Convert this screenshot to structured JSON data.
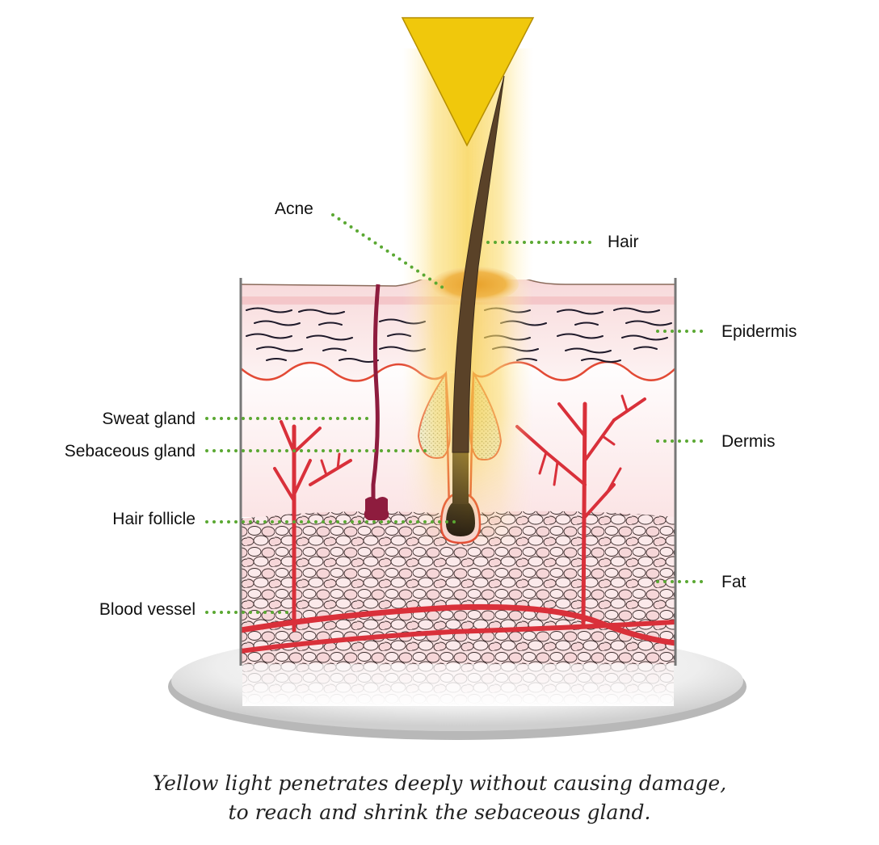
{
  "labels": {
    "acne": "Acne",
    "hair": "Hair",
    "epidermis": "Epidermis",
    "dermis": "Dermis",
    "fat": "Fat",
    "sweat_gland": "Sweat gland",
    "sebaceous_gland": "Sebaceous gland",
    "hair_follicle": "Hair follicle",
    "blood_vessel": "Blood vessel"
  },
  "caption": {
    "line1": "Yellow light penetrates deeply without causing damage,",
    "line2": "to reach and shrink the sebaceous gland."
  },
  "colors": {
    "light_beam": "#f5c518",
    "leader_dots": "#5aa832",
    "blood_vessel": "#d9303a",
    "sweat_gland": "#8e1c3e",
    "hair": "#3a2a1a",
    "skin_surface": "#f6c9cc",
    "fat_cells": "#f6d3d6"
  }
}
